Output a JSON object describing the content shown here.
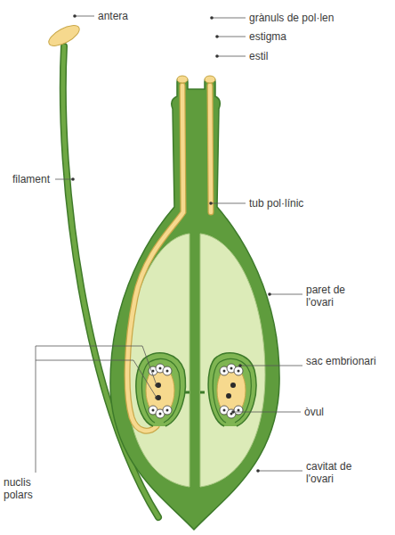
{
  "diagram": {
    "labels": [
      "antera",
      "grànuls de pol·len",
      "estigma",
      "estil",
      "filament",
      "tub pol·línic",
      "paret de l'ovari",
      "sac embrionari",
      "òvul",
      "cavitat de l'ovari",
      "nuclis polars"
    ]
  }
}
